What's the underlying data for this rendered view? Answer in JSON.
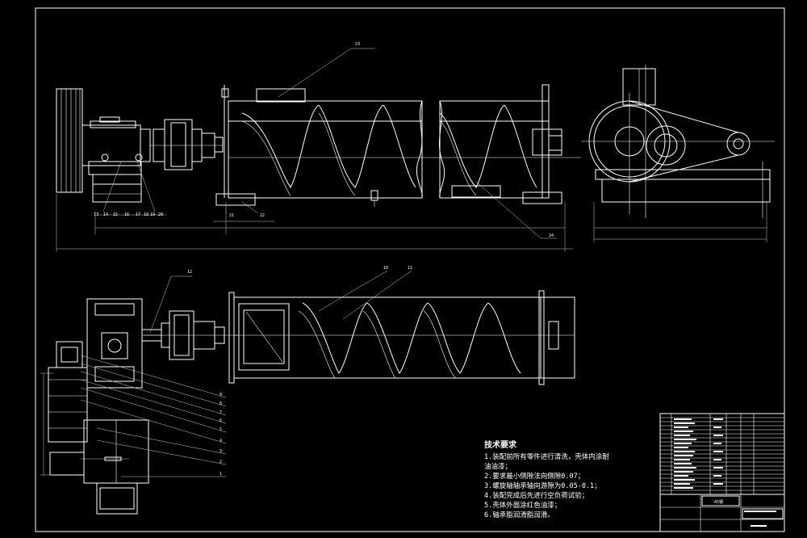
{
  "labels": {
    "top": [
      "23",
      "21",
      "22",
      "24"
    ],
    "left_top": [
      "13",
      "14",
      "15",
      "16",
      "17",
      "18",
      "19",
      "20"
    ],
    "bottom_top": [
      "10",
      "11",
      "12"
    ],
    "bottom_left": [
      "9",
      "8",
      "7",
      "6",
      "5",
      "4",
      "3",
      "2",
      "1"
    ]
  },
  "tech": {
    "title": "技术要求",
    "lines": [
      "1.装配前所有零件进行清洗，壳体内涂耐",
      "油油漆；",
      "2.要求最小侧隙法向侧隙0.07；",
      "3.螺旋轴轴承轴向游隙为0.05-0.1；",
      "4.装配完成后先进行空负荷试验；",
      "5.壳体外面涂红色油漆；",
      "6.轴承脂润滑脂润滑。"
    ]
  },
  "title_block": {
    "material": "45钢"
  }
}
